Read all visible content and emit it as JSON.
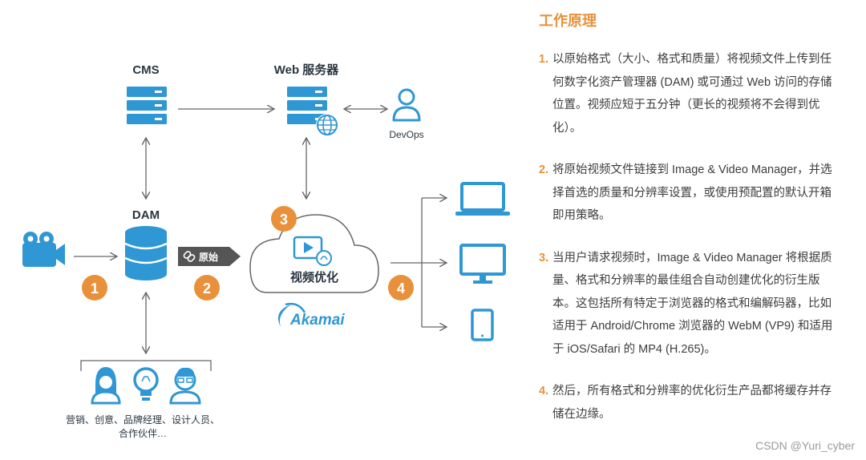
{
  "diagram": {
    "cms_label": "CMS",
    "web_server_label": "Web 服务器",
    "devops_label": "DevOps",
    "dam_label": "DAM",
    "origin_tag": "原始",
    "cloud_label": "视频优化",
    "akamai_logo": "Akamai",
    "steps": [
      "1",
      "2",
      "3",
      "4"
    ],
    "users_line1": "营销、创意、品牌经理、设计人员、",
    "users_line2": "合作伙伴…",
    "colors": {
      "blue": "#2f97d3",
      "orange": "#e8913a",
      "arrow": "#666666",
      "tag": "#555555"
    }
  },
  "panel": {
    "title": "工作原理",
    "steps": [
      {
        "num": "1.",
        "text": "以原始格式（大小、格式和质量）将视频文件上传到任何数字化资产管理器 (DAM) 或可通过 Web 访问的存储位置。视频应短于五分钟（更长的视频将不会得到优化）。"
      },
      {
        "num": "2.",
        "text": "将原始视频文件链接到 Image & Video Manager，并选择首选的质量和分辨率设置，或使用预配置的默认开箱即用策略。"
      },
      {
        "num": "3.",
        "text": "当用户请求视频时，Image & Video Manager 将根据质量、格式和分辨率的最佳组合自动创建优化的衍生版本。这包括所有特定于浏览器的格式和编解码器，比如适用于 Android/Chrome 浏览器的 WebM (VP9) 和适用于 iOS/Safari 的 MP4 (H.265)。"
      },
      {
        "num": "4.",
        "text": "然后，所有格式和分辨率的优化衍生产品都将缓存并存储在边缘。"
      }
    ]
  },
  "watermark": "CSDN @Yuri_cyber"
}
